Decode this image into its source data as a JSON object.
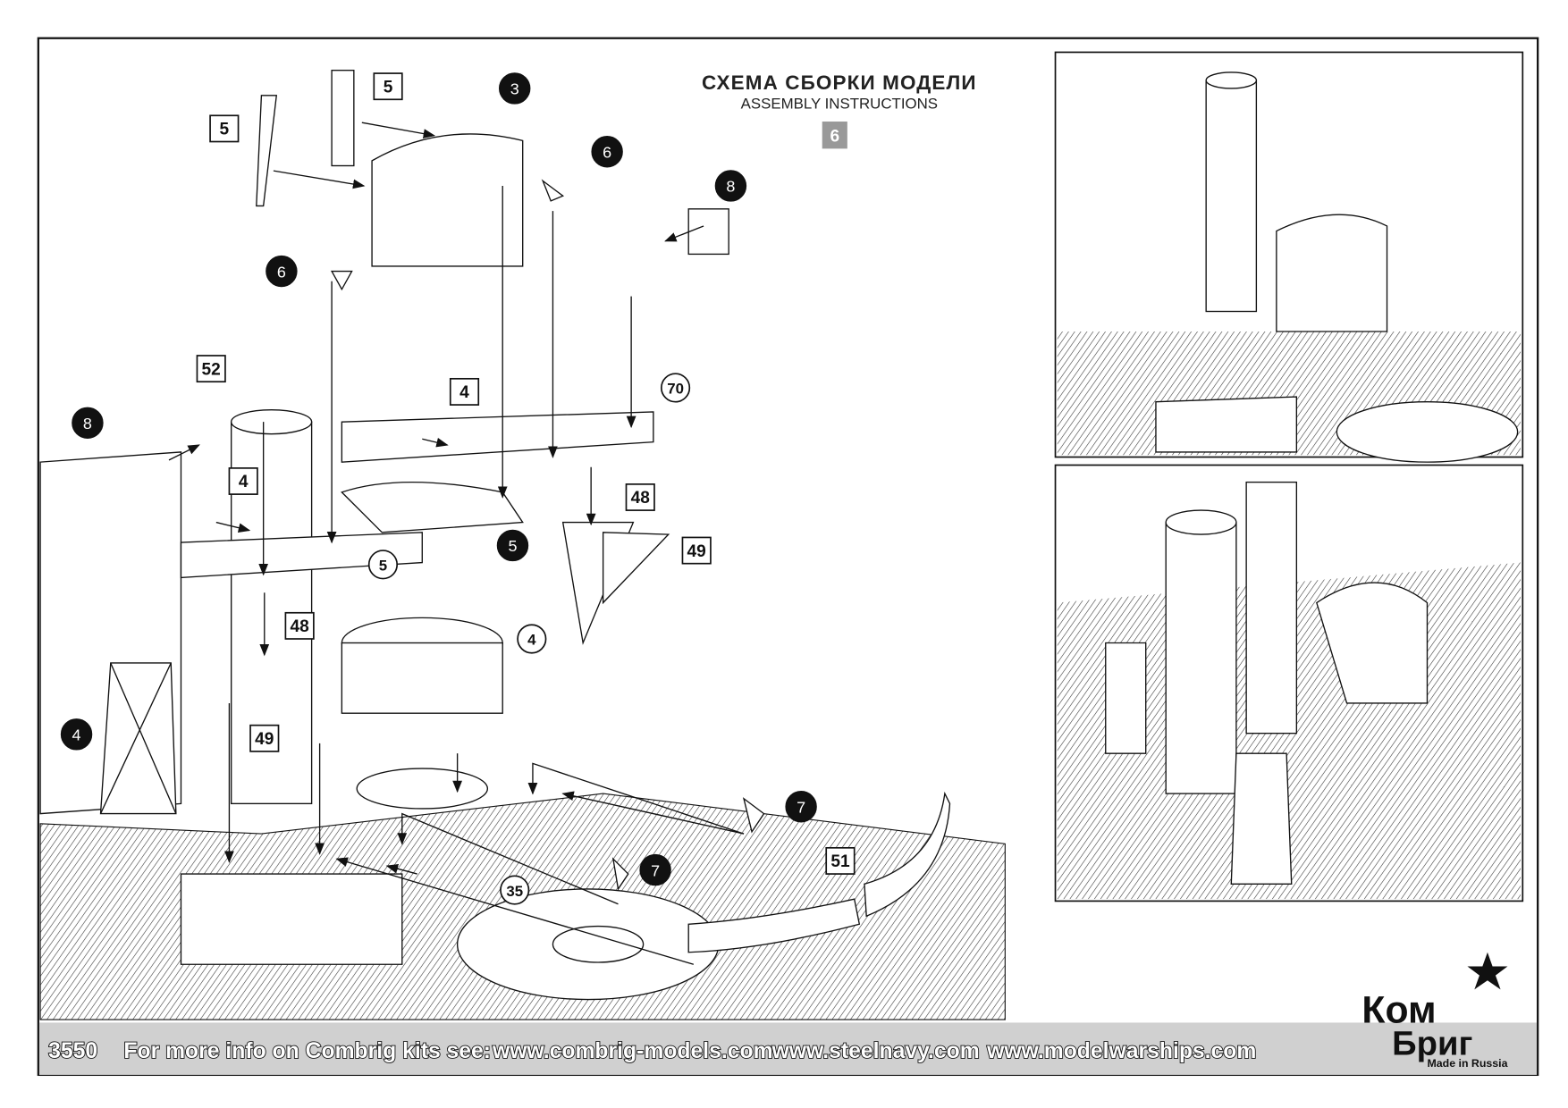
{
  "header": {
    "title_ru": "СХЕМА СБОРКИ МОДЕЛИ",
    "title_en": "ASSEMBLY INSTRUCTIONS",
    "step_number": "6",
    "step_badge_color": "#999999"
  },
  "callouts": {
    "boxed": [
      "5",
      "5",
      "52",
      "4",
      "4",
      "48",
      "49",
      "48",
      "49",
      "51"
    ],
    "black_circle": [
      "3",
      "6",
      "8",
      "6",
      "8",
      "5",
      "4",
      "7",
      "7"
    ],
    "open_circle": [
      "70",
      "5",
      "4",
      "35"
    ]
  },
  "footer": {
    "kit_number": "3550",
    "info_text": "For more info on Combrig kits see:",
    "links": [
      "www.combrig-models.com",
      "www.steelnavy.com",
      "www.modelwarships.com"
    ],
    "bar_color": "#d0d0d0"
  },
  "logo": {
    "line1": "Ком",
    "line2": "Бриг",
    "tagline": "Made in Russia"
  }
}
